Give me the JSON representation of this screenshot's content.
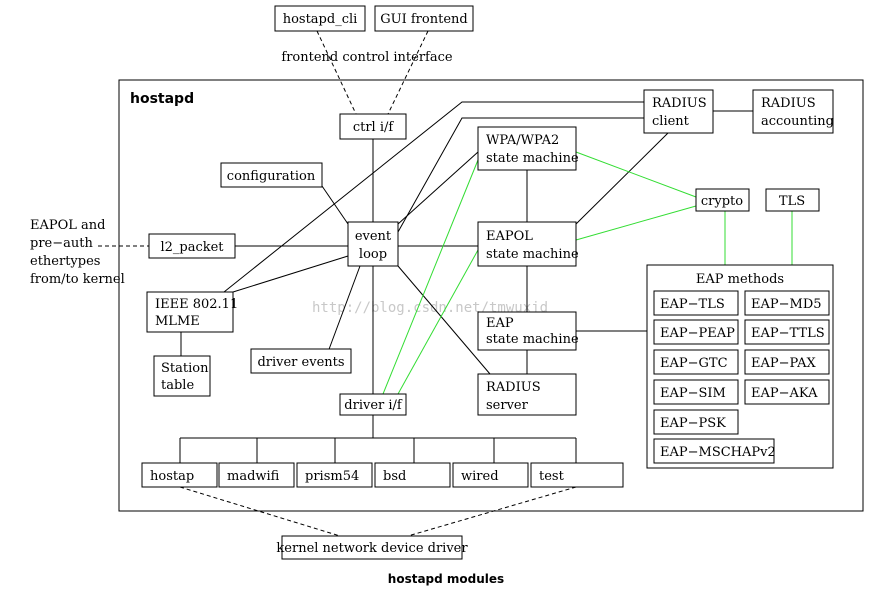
{
  "container_title": "hostapd",
  "figure_caption": "hostapd modules",
  "watermark": "http://blog.csdn.net/tmwuxjd",
  "colors": {
    "line": "#000000",
    "crypto_link": "#33dd33"
  },
  "labels": {
    "hostapd_cli": "hostapd_cli",
    "gui_frontend": "GUI frontend",
    "frontend_control_interface": "frontend control interface",
    "ctrl_if": "ctrl i/f",
    "radius_client": [
      "RADIUS",
      "client"
    ],
    "radius_accounting": [
      "RADIUS",
      "accounting"
    ],
    "wpa_state_machine": [
      "WPA/WPA2",
      "state machine"
    ],
    "configuration": "configuration",
    "crypto": "crypto",
    "tls": "TLS",
    "eapol_note": [
      "EAPOL and",
      "pre−auth",
      "ethertypes",
      "from/to kernel"
    ],
    "l2_packet": "l2_packet",
    "event_loop": [
      "event",
      "loop"
    ],
    "eapol_state_machine": [
      "EAPOL",
      "state machine"
    ],
    "eap_methods": "EAP methods",
    "ieee_mlme": [
      "IEEE 802.11",
      "MLME"
    ],
    "eap_state_machine": [
      "EAP",
      "state machine"
    ],
    "station_table": [
      "Station",
      "table"
    ],
    "driver_events": "driver events",
    "radius_server": [
      "RADIUS",
      "server"
    ],
    "driver_if": "driver i/f",
    "kernel_driver": "kernel network device driver"
  },
  "eap_methods": [
    "EAP−TLS",
    "EAP−MD5",
    "EAP−PEAP",
    "EAP−TTLS",
    "EAP−GTC",
    "EAP−PAX",
    "EAP−SIM",
    "EAP−AKA",
    "EAP−PSK",
    "EAP−MSCHAPv2"
  ],
  "drivers": [
    "hostap",
    "madwifi",
    "prism54",
    "bsd",
    "wired",
    "test"
  ]
}
